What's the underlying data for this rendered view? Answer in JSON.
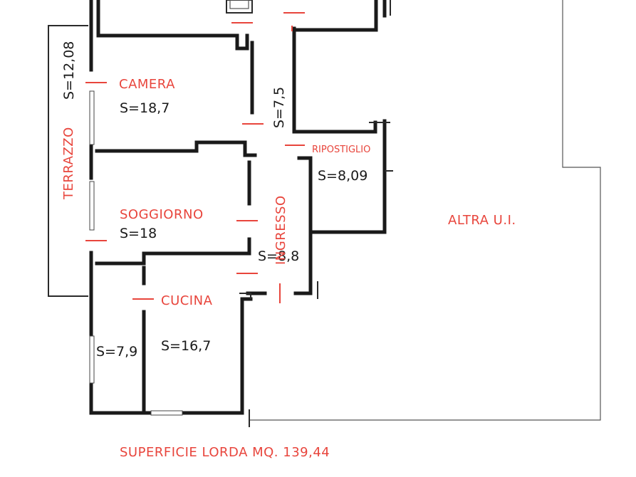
{
  "rooms": {
    "camera": {
      "name": "CAMERA",
      "area": "S=18,7"
    },
    "soggiorno": {
      "name": "SOGGIORNO",
      "area": "S=18"
    },
    "cucina": {
      "name": "CUCINA",
      "area": "S=16,7"
    },
    "bagno": {
      "area": "S=7,9"
    },
    "ripostiglio": {
      "name": "RIPOSTIGLIO",
      "area": "S=8,09"
    },
    "ingresso": {
      "name": "INGRESSO",
      "area": "S=8,8"
    },
    "corridoio": {
      "area": "S=7,5"
    },
    "terrazzo": {
      "name": "TERRAZZO",
      "area": "S=12,08"
    },
    "altra": {
      "name": "ALTRA U.I."
    }
  },
  "footer": {
    "superficie": "SUPERFICIE LORDA MQ. 139,44"
  },
  "colors": {
    "labels": "#e8453c",
    "walls": "#1a1a1a"
  }
}
